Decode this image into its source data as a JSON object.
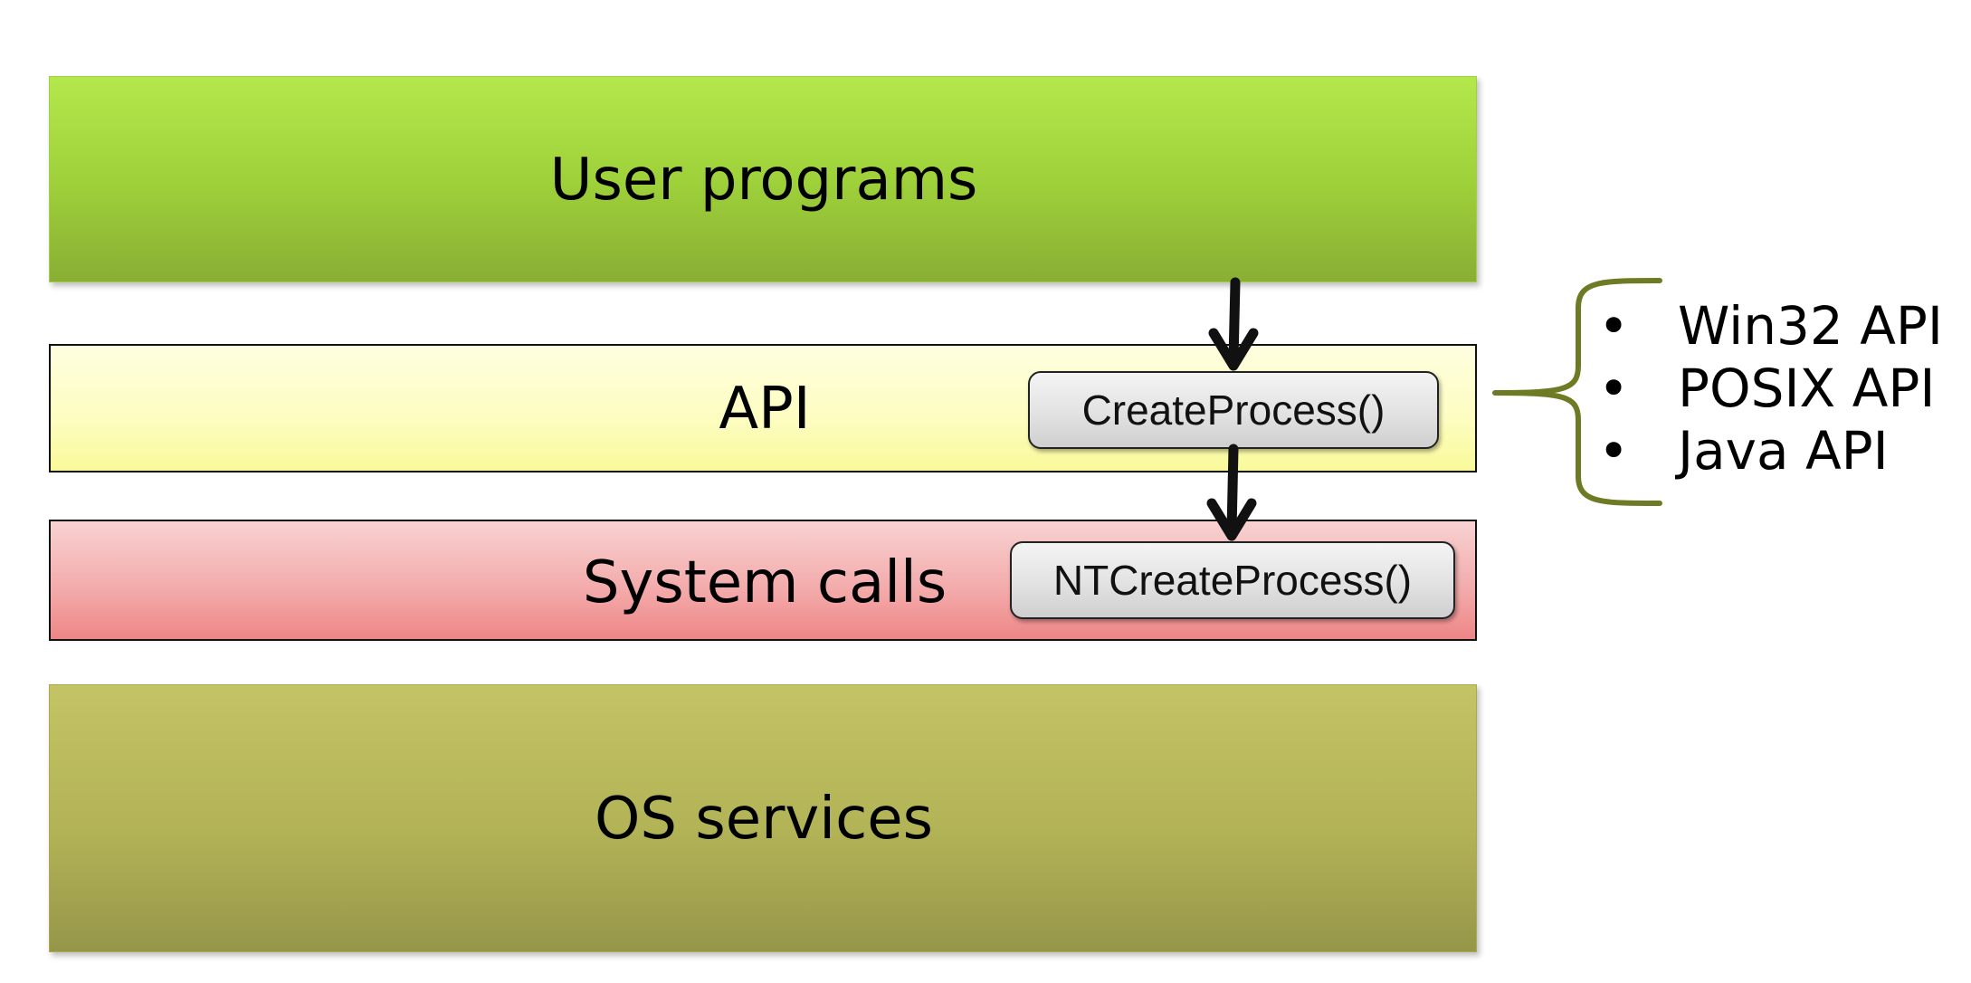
{
  "layers": {
    "user_programs": "User programs",
    "api": "API",
    "system_calls": "System calls",
    "os_services": "OS services"
  },
  "functions": {
    "api_call": "CreateProcess()",
    "system_call": "NTCreateProcess()"
  },
  "api_examples": [
    "Win32 API",
    "POSIX API",
    "Java API"
  ],
  "bullet_symbol": "•",
  "colors": {
    "user_programs": "#a8dc42",
    "api": "#fdfdc0",
    "system_calls": "#f3a9a9",
    "os_services": "#b2b356",
    "brace": "#6f7a24",
    "arrow": "#111111"
  }
}
